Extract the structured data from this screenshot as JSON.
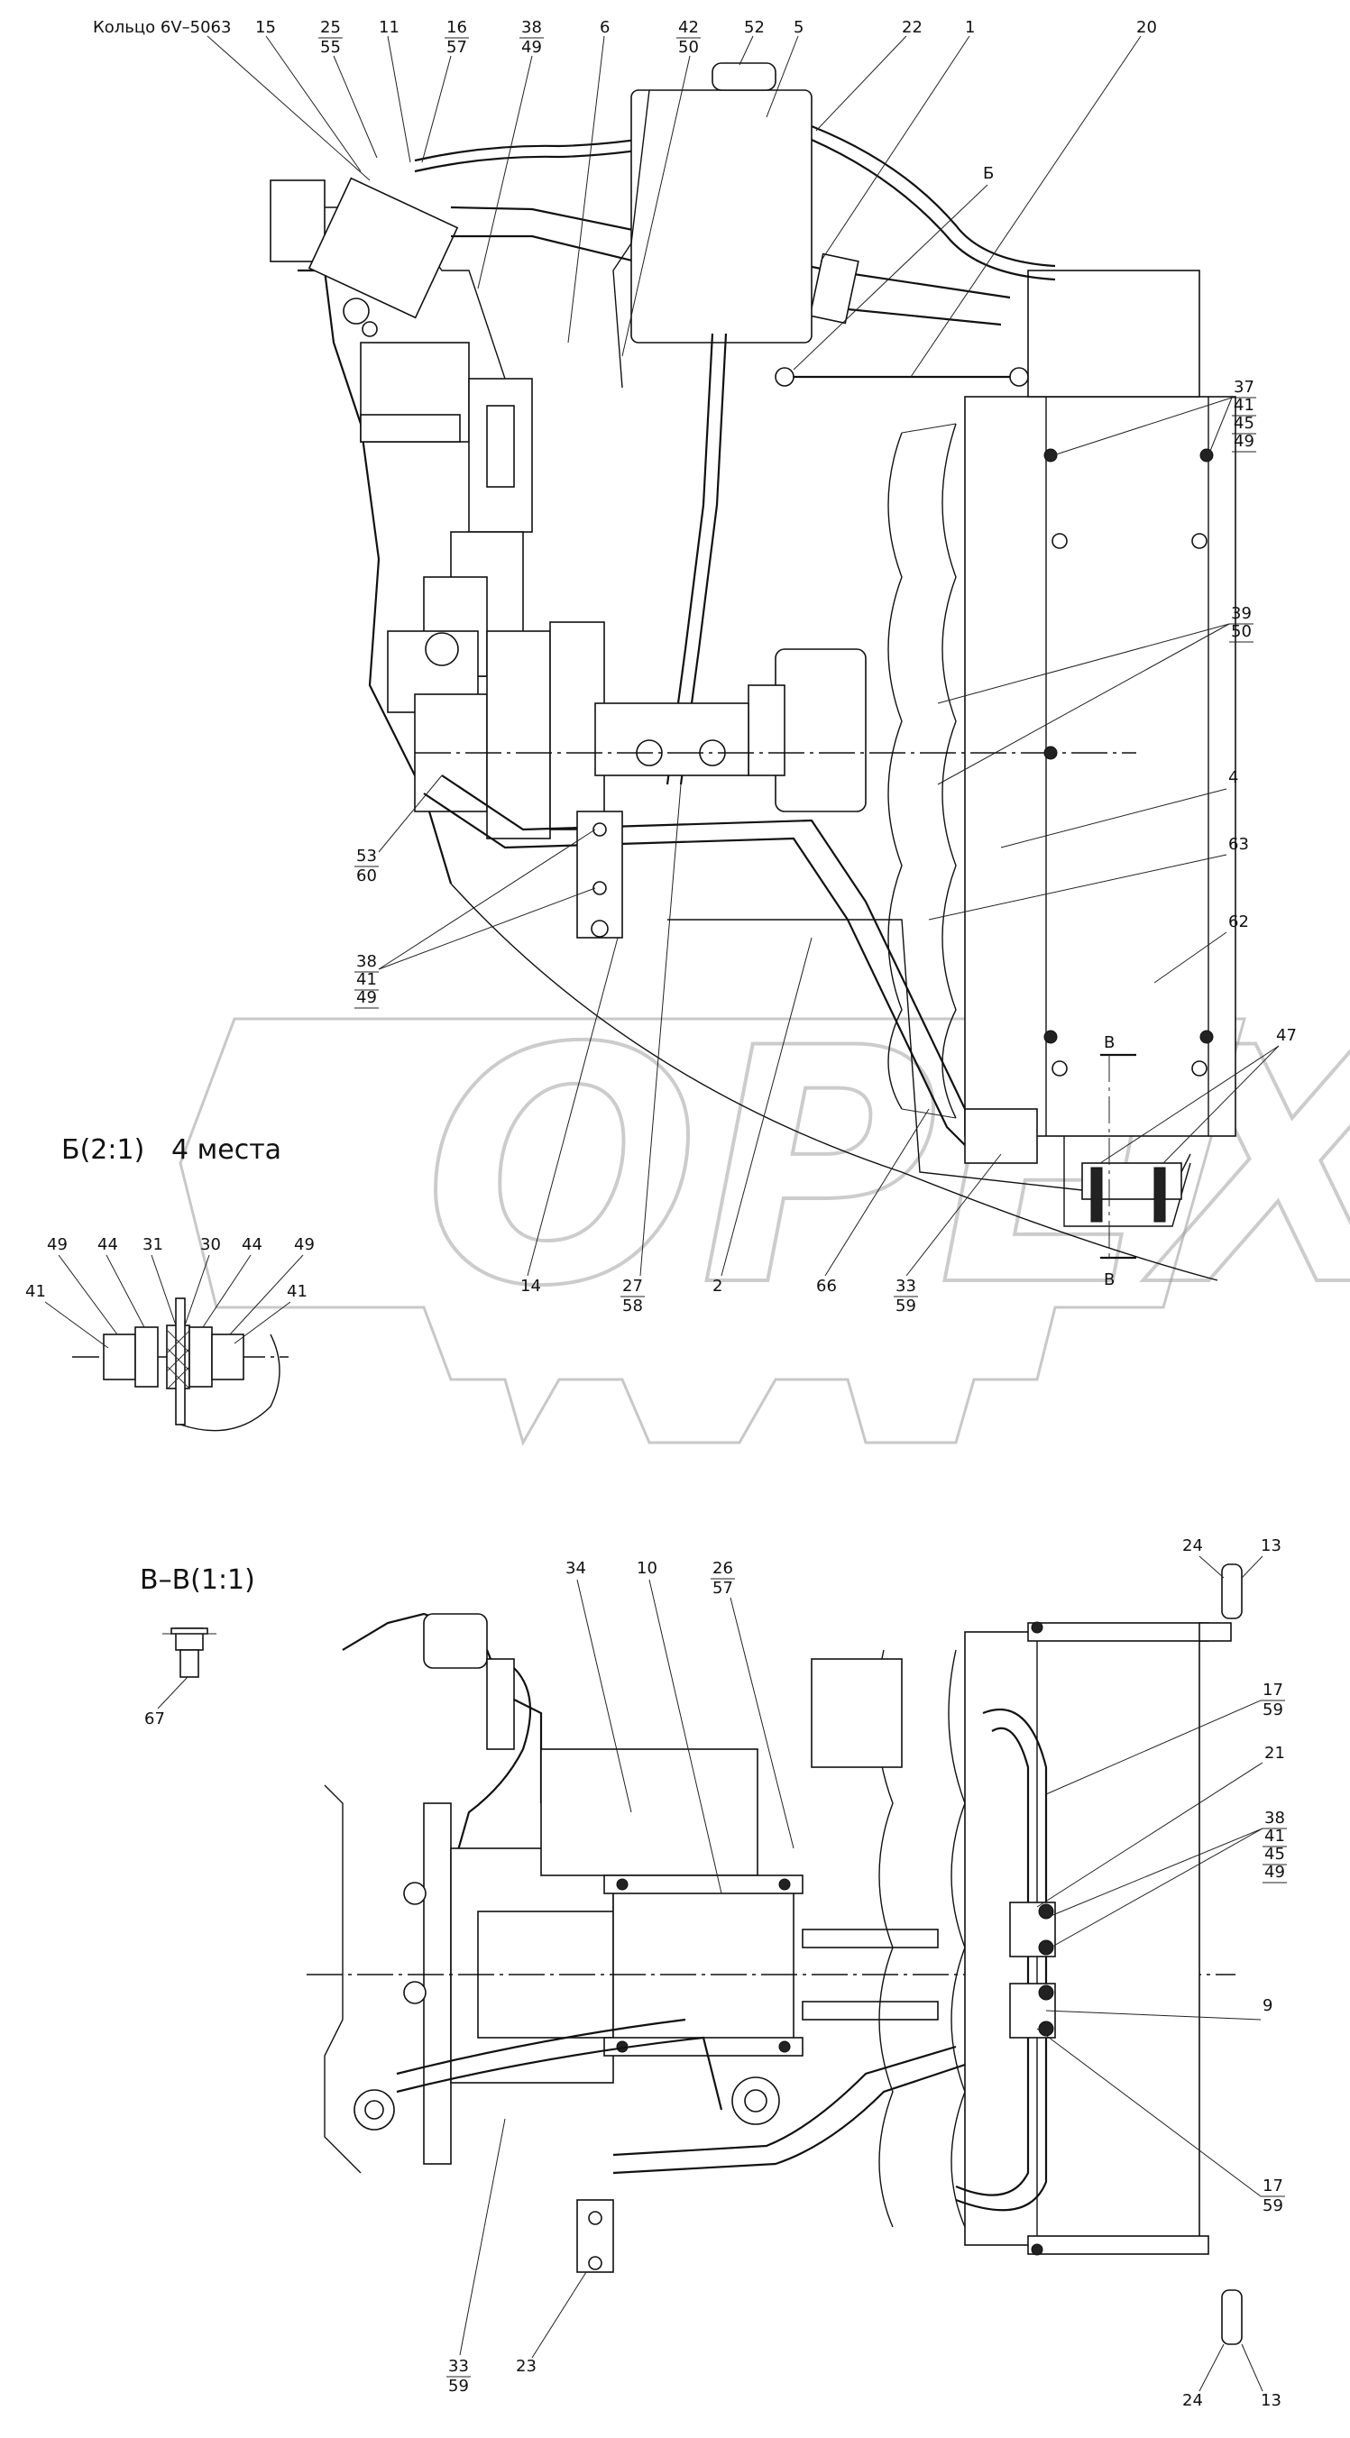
{
  "section_b": {
    "title": "Б(2:1)",
    "places": "4 места"
  },
  "section_v": {
    "title": "В–В(1:1)",
    "mark": "В"
  },
  "callout_ring": "Кольцо 6V–5063",
  "callouts_top": [
    {
      "id": "c15",
      "text": "15"
    },
    {
      "id": "c25",
      "text": "25",
      "sub": "55"
    },
    {
      "id": "c11",
      "text": "11"
    },
    {
      "id": "c16",
      "text": "16",
      "sub": "57"
    },
    {
      "id": "c38a",
      "text": "38",
      "sub": "49"
    },
    {
      "id": "c6",
      "text": "6"
    },
    {
      "id": "c42",
      "text": "42",
      "sub": "50"
    },
    {
      "id": "c52",
      "text": "52"
    },
    {
      "id": "c5",
      "text": "5"
    },
    {
      "id": "c22",
      "text": "22"
    },
    {
      "id": "c1",
      "text": "1"
    },
    {
      "id": "c20",
      "text": "20"
    },
    {
      "id": "cB",
      "text": "Б"
    },
    {
      "id": "c4",
      "text": "4"
    },
    {
      "id": "c63",
      "text": "63"
    },
    {
      "id": "c62",
      "text": "62"
    },
    {
      "id": "c47",
      "text": "47"
    },
    {
      "id": "c14",
      "text": "14"
    },
    {
      "id": "c27",
      "text": "27",
      "sub": "58"
    },
    {
      "id": "c2",
      "text": "2"
    },
    {
      "id": "c66",
      "text": "66"
    },
    {
      "id": "c33a",
      "text": "33",
      "sub": "59"
    },
    {
      "id": "c53",
      "text": "53",
      "sub": "60"
    }
  ],
  "stack_37": [
    "37",
    "41",
    "45",
    "49"
  ],
  "stack_39": [
    "39",
    "50"
  ],
  "stack_38b": [
    "38",
    "41",
    "49"
  ],
  "detail_b_labels": [
    "49",
    "44",
    "31",
    "30",
    "44",
    "49",
    "41",
    "41"
  ],
  "callouts_bottom": [
    {
      "id": "d34",
      "text": "34"
    },
    {
      "id": "d10",
      "text": "10"
    },
    {
      "id": "d26",
      "text": "26",
      "sub": "57"
    },
    {
      "id": "d24a",
      "text": "24"
    },
    {
      "id": "d13a",
      "text": "13"
    },
    {
      "id": "d17a",
      "text": "17",
      "sub": "59"
    },
    {
      "id": "d21",
      "text": "21"
    },
    {
      "id": "d9",
      "text": "9"
    },
    {
      "id": "d17b",
      "text": "17",
      "sub": "59"
    },
    {
      "id": "d33",
      "text": "33",
      "sub": "59"
    },
    {
      "id": "d23",
      "text": "23"
    },
    {
      "id": "d24b",
      "text": "24"
    },
    {
      "id": "d13b",
      "text": "13"
    },
    {
      "id": "d67",
      "text": "67"
    }
  ],
  "stack_38c": [
    "38",
    "41",
    "45",
    "49"
  ],
  "watermark": "OPEX"
}
